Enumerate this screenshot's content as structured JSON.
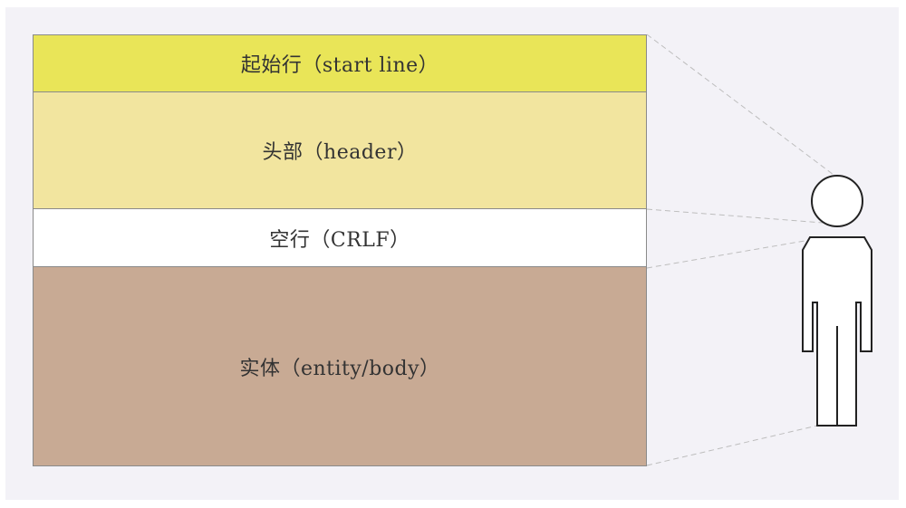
{
  "diagram": {
    "blocks": [
      {
        "label": "起始行（start line）",
        "color": "#e9e558"
      },
      {
        "label": "头部（header）",
        "color": "#f2e59f"
      },
      {
        "label": "空行（CRLF）",
        "color": "#ffffff"
      },
      {
        "label": "实体（entity/body）",
        "color": "#c8aa94"
      }
    ],
    "figure": {
      "icon": "person-icon",
      "stroke": "#222222",
      "fill": "#ffffff"
    },
    "connector_color": "#bdbdbd"
  }
}
